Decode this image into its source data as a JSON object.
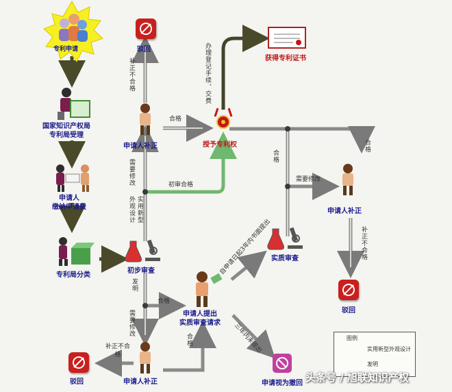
{
  "nodes": {
    "apply": "专利申请",
    "reject_top": "驳回",
    "cert": "获得专利证书",
    "accept": "国家知识产权局\n专利局受理",
    "supplement_top": "申请人补正",
    "grant": "授予专利权",
    "fee": "申请人\n缴纳申请费",
    "supplement_right": "申请人补正",
    "classify": "专利局分类",
    "prelim": "初步审查",
    "substantive": "实质审查",
    "reject_right": "驳回",
    "request": "申请人提出\n实质审查请求",
    "reject_bottom": "驳回",
    "supplement_bottom": "申请人补正",
    "withdrawn": "申请视为撤回"
  },
  "edges": {
    "not_qualified_top": "补正不合格",
    "qualified_top": "合格",
    "register": "办理登记手续、交费",
    "needs_fix_top": "需要修改",
    "utility_design": "实用新型外观设计",
    "prelim_pass": "初审合格",
    "qualified_right": "合格",
    "needs_fix_right": "需要修改",
    "qualified_right2": "合格",
    "not_qualified_right": "补正不合格",
    "within_3y": "自申请日起3年内书面提出",
    "invention": "发明",
    "qualified_mid": "合格",
    "needs_fix_bottom": "需要修改",
    "not_qualified_bottom": "补正不合格",
    "qualified_bottom": "合格",
    "over_3y": "三年内未提出"
  },
  "legend": {
    "title": "图例",
    "item": "实用新型外观设计",
    "item2": "发明"
  },
  "watermark": "头条号 / 旭联知识产权",
  "icons": {
    "person": "person-icon",
    "reject": "reject-stamp-icon",
    "microscope": "microscope-icon",
    "flask": "flask-icon",
    "medal": "medal-icon",
    "certificate": "certificate-icon"
  },
  "colors": {
    "node_label": "#1a1a8c",
    "reject_red": "#c8201e",
    "utility_line": "#7ec87e",
    "arrow_gray": "#8a8a8a",
    "starburst": "#f6f022"
  }
}
